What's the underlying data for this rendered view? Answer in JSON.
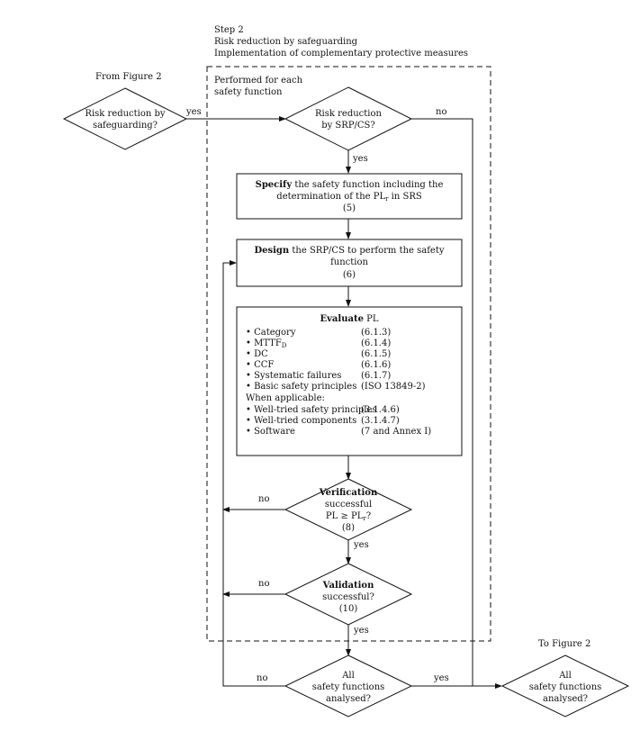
{
  "step": {
    "line1": "Step 2",
    "line2": "Risk reduction by safeguarding",
    "line3": "Implementation of complementary protective measures"
  },
  "from_figure": "From Figure 2",
  "to_figure": "To Figure 2",
  "performed": {
    "line1": "Performed for each",
    "line2": "safety function"
  },
  "decision_start": {
    "line1": "Risk reduction by",
    "line2": "safeguarding?"
  },
  "decision_srpcs": {
    "line1": "Risk reduction",
    "line2": "by SRP/CS?"
  },
  "specify": {
    "bold": "Specify",
    "line1_rest": " the safety function including the",
    "line2_pre": "determination of the PL",
    "line2_sub": "r",
    "line2_post": " in SRS",
    "ref": "(5)"
  },
  "design": {
    "bold": "Design",
    "line1_rest": " the SRP/CS to perform the safety",
    "line2": "function",
    "ref": "(6)"
  },
  "evaluate": {
    "title_bold": "Evaluate",
    "title_rest": " PL",
    "items": [
      {
        "label": "Category",
        "ref": "(6.1.3)"
      },
      {
        "label": "MTTF",
        "sub": "D",
        "ref": "(6.1.4)"
      },
      {
        "label": "DC",
        "ref": "(6.1.5)"
      },
      {
        "label": "CCF",
        "ref": "(6.1.6)"
      },
      {
        "label": "Systematic failures",
        "ref": "(6.1.7)"
      },
      {
        "label": "Basic safety principles",
        "ref": "(ISO 13849-2)"
      }
    ],
    "when_applicable": "When applicable:",
    "applicable_items": [
      {
        "label": "Well-tried safety principles",
        "ref": "(3.1.4.6)"
      },
      {
        "label": "Well-tried components",
        "ref": "(3.1.4.7)"
      },
      {
        "label": "Software",
        "ref": "(7 and Annex I)"
      }
    ]
  },
  "verification": {
    "bold": "Verification",
    "line2": "successful",
    "line3_pre": "PL ≥ PL",
    "line3_sub": "r",
    "line3_post": "?",
    "ref": "(8)"
  },
  "validation": {
    "bold": "Validation",
    "line2": "successful?",
    "ref": "(10)"
  },
  "all_functions": {
    "line1": "All",
    "line2": "safety functions",
    "line3": "analysed?"
  },
  "all_functions_out": {
    "line1": "All",
    "line2": "safety functions",
    "line3": "analysed?"
  },
  "labels": {
    "yes": "yes",
    "no": "no"
  }
}
